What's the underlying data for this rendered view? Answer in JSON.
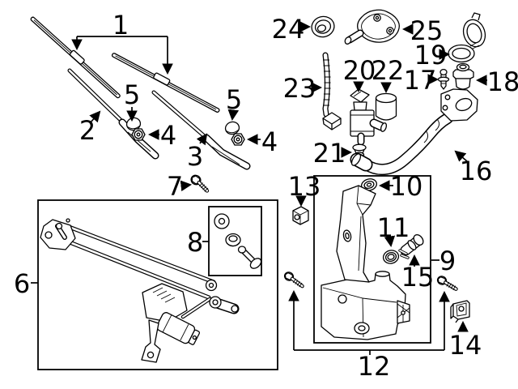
{
  "diagram": {
    "background": "#ffffff",
    "line_color": "#000000",
    "callouts": {
      "c1": "1",
      "c2": "2",
      "c3": "3",
      "c4": "4",
      "c5": "5",
      "c6": "6",
      "c7": "7",
      "c8": "8",
      "c9": "9",
      "c10": "10",
      "c11": "11",
      "c12": "12",
      "c13": "13",
      "c14": "14",
      "c15": "15",
      "c16": "16",
      "c17": "17",
      "c18": "18",
      "c19": "19",
      "c20": "20",
      "c21": "21",
      "c22": "22",
      "c23": "23",
      "c24": "24",
      "c25": "25"
    }
  }
}
